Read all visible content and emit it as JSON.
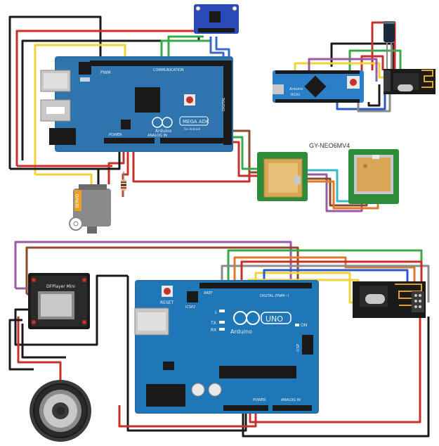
{
  "colors": {
    "board_blue": "#2b6ea3",
    "board_dark": "#1d5282",
    "pcb_green": "#2e8b3a",
    "pcb_dark": "#1e6b2a",
    "wire_red": "#c8302c",
    "wire_black": "#1a1a1a",
    "wire_yellow": "#f0d23a",
    "wire_green": "#3aa84a",
    "wire_brown": "#8b4a2a",
    "wire_orange": "#e07a2a",
    "wire_purple": "#9a5aa8",
    "wire_blue": "#2a5ac8",
    "wire_gray": "#8a8a8a",
    "wire_cyan": "#3ab8c8"
  },
  "mega": {
    "brand": "Arduino",
    "model": "MEGA ADK",
    "sub": "For Android",
    "label_pwm": "PWM",
    "label_comm": "COMMUNICATION",
    "label_analog": "ANALOG IN",
    "label_power": "POWER",
    "label_digital": "DIGITAL"
  },
  "gps": {
    "title": "GY-NEO6MV4"
  },
  "uno": {
    "brand": "Arduino",
    "model": "UNO",
    "reset": "RESET",
    "icsp2": "ICSP2",
    "icsp": "ICSP",
    "on": "ON",
    "l": "L",
    "tx": "TX",
    "rx": "RX",
    "digital": "DIGITAL (PWM~)",
    "power": "POWER",
    "analog": "ANALOG IN",
    "aref": "AREF"
  },
  "dfplayer": {
    "label": "DFPlayer Mini"
  },
  "micro": {
    "brand": "Arduino",
    "model": "MICRO"
  },
  "servo": {
    "label": "SERVO"
  }
}
